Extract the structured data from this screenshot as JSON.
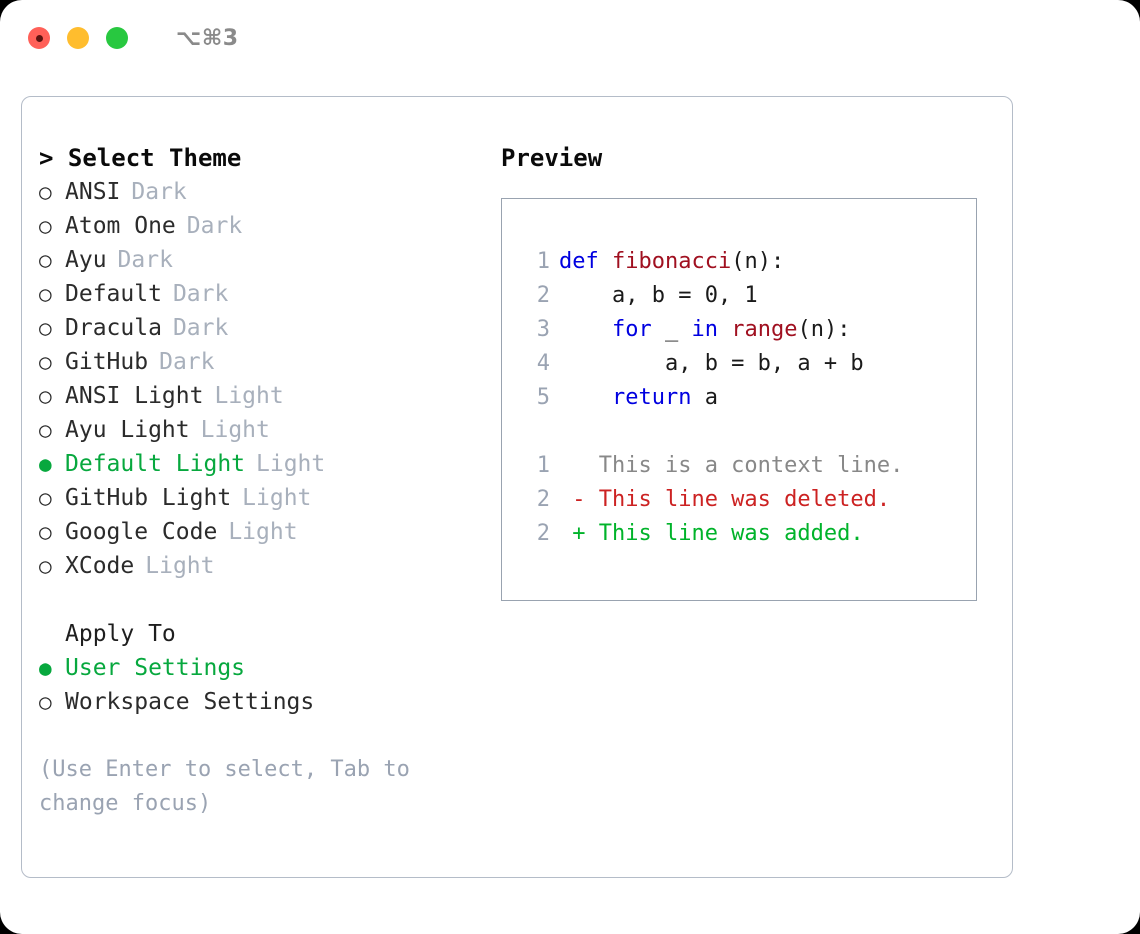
{
  "titlebar": {
    "shortcut": "⌥⌘3",
    "lights": [
      "close-light",
      "minimize-light",
      "maximize-light"
    ]
  },
  "theme_picker": {
    "header": "> Select Theme",
    "marker_selected": "●",
    "marker_unselected": "○",
    "items": [
      {
        "label": "ANSI",
        "tag": "Dark",
        "selected": false
      },
      {
        "label": "Atom One",
        "tag": "Dark",
        "selected": false
      },
      {
        "label": "Ayu",
        "tag": "Dark",
        "selected": false
      },
      {
        "label": "Default",
        "tag": "Dark",
        "selected": false
      },
      {
        "label": "Dracula",
        "tag": "Dark",
        "selected": false
      },
      {
        "label": "GitHub",
        "tag": "Dark",
        "selected": false
      },
      {
        "label": "ANSI Light",
        "tag": "Light",
        "selected": false
      },
      {
        "label": "Ayu Light",
        "tag": "Light",
        "selected": false
      },
      {
        "label": "Default Light",
        "tag": "Light",
        "selected": true
      },
      {
        "label": "GitHub Light",
        "tag": "Light",
        "selected": false
      },
      {
        "label": "Google Code",
        "tag": "Light",
        "selected": false
      },
      {
        "label": "XCode",
        "tag": "Light",
        "selected": false
      }
    ]
  },
  "apply_to": {
    "title": "Apply To",
    "options": [
      {
        "label": "User Settings",
        "selected": true
      },
      {
        "label": "Workspace Settings",
        "selected": false
      }
    ]
  },
  "hint": "(Use Enter to select, Tab to change focus)",
  "preview": {
    "header": "Preview",
    "code_lines": [
      {
        "no": "1",
        "segments": [
          {
            "text": "def ",
            "style": "kw"
          },
          {
            "text": "fibonacci",
            "style": "fn"
          },
          {
            "text": "(n):",
            "style": "plain"
          }
        ]
      },
      {
        "no": "2",
        "segments": [
          {
            "text": "    a, b = 0, 1",
            "style": "plain"
          }
        ]
      },
      {
        "no": "3",
        "segments": [
          {
            "text": "    ",
            "style": "plain"
          },
          {
            "text": "for",
            "style": "kw"
          },
          {
            "text": " _ ",
            "style": "plain"
          },
          {
            "text": "in",
            "style": "kw"
          },
          {
            "text": " ",
            "style": "plain"
          },
          {
            "text": "range",
            "style": "fn"
          },
          {
            "text": "(n):",
            "style": "plain"
          }
        ]
      },
      {
        "no": "4",
        "segments": [
          {
            "text": "        a, b = b, a + b",
            "style": "plain"
          }
        ]
      },
      {
        "no": "5",
        "segments": [
          {
            "text": "    ",
            "style": "plain"
          },
          {
            "text": "return",
            "style": "kw"
          },
          {
            "text": " a",
            "style": "plain"
          }
        ]
      }
    ],
    "diff_lines": [
      {
        "no": "1",
        "marker": " ",
        "text": "This is a context line.",
        "kind": "context"
      },
      {
        "no": "2",
        "marker": "-",
        "text": "This line was deleted.",
        "kind": "deleted"
      },
      {
        "no": "2",
        "marker": "+",
        "text": "This line was added.",
        "kind": "added"
      }
    ]
  },
  "colors": {
    "accent_green": "#07a83e",
    "diff_add": "#00b32a",
    "diff_del": "#cc2222",
    "keyword_blue": "#0000e0",
    "function_red": "#a01020",
    "muted": "#a8b0bc",
    "light_red": "#ff6058",
    "light_yellow": "#ffbd2e",
    "light_green": "#28c840"
  }
}
